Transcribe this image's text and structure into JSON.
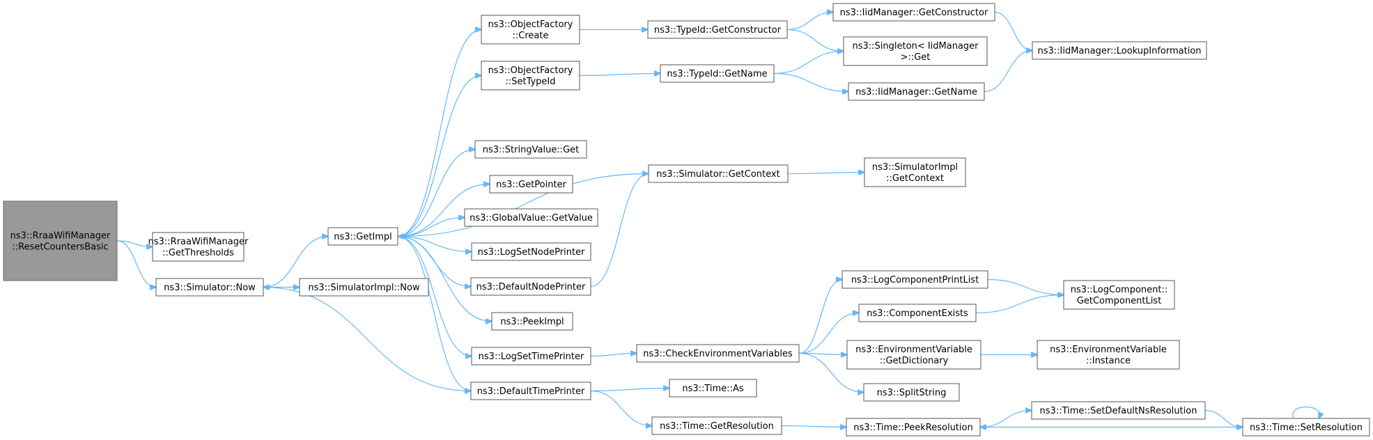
{
  "colors": {
    "edge": "#63b8ff",
    "node_border": "#555555",
    "root_fill": "#999999"
  },
  "nodes": {
    "reset_counters": [
      "ns3::RraaWifiManager",
      "::ResetCountersBasic"
    ],
    "get_thresholds": [
      "ns3::RraaWifiManager",
      "::GetThresholds"
    ],
    "sim_now": [
      "ns3::Simulator::Now"
    ],
    "simimpl_now": [
      "ns3::SimulatorImpl::Now"
    ],
    "get_impl": [
      "ns3::GetImpl"
    ],
    "of_create": [
      "ns3::ObjectFactory",
      "::Create"
    ],
    "of_settypeid": [
      "ns3::ObjectFactory",
      "::SetTypeId"
    ],
    "stringvalue_get": [
      "ns3::StringValue::Get"
    ],
    "get_pointer": [
      "ns3::GetPointer"
    ],
    "globalvalue_getvalue": [
      "ns3::GlobalValue::GetValue"
    ],
    "log_set_node_printer": [
      "ns3::LogSetNodePrinter"
    ],
    "default_node_printer": [
      "ns3::DefaultNodePrinter"
    ],
    "peek_impl": [
      "ns3::PeekImpl"
    ],
    "log_set_time_printer": [
      "ns3::LogSetTimePrinter"
    ],
    "default_time_printer": [
      "ns3::DefaultTimePrinter"
    ],
    "typeid_getconstructor": [
      "ns3::TypeId::GetConstructor"
    ],
    "typeid_getname": [
      "ns3::TypeId::GetName"
    ],
    "sim_getcontext": [
      "ns3::Simulator::GetContext"
    ],
    "check_env_vars": [
      "ns3::CheckEnvironmentVariables"
    ],
    "time_as": [
      "ns3::Time::As"
    ],
    "time_getresolution": [
      "ns3::Time::GetResolution"
    ],
    "iid_getconstructor": [
      "ns3::IidManager::GetConstructor"
    ],
    "singleton_get": [
      "ns3::Singleton< IidManager",
      ">::Get"
    ],
    "iid_getname": [
      "ns3::IidManager::GetName"
    ],
    "simimpl_getcontext": [
      "ns3::SimulatorImpl",
      "::GetContext"
    ],
    "log_component_print_list": [
      "ns3::LogComponentPrintList"
    ],
    "component_exists": [
      "ns3::ComponentExists"
    ],
    "envvar_getdictionary": [
      "ns3::EnvironmentVariable",
      "::GetDictionary"
    ],
    "split_string": [
      "ns3::SplitString"
    ],
    "time_peekresolution": [
      "ns3::Time::PeekResolution"
    ],
    "iid_lookupinformation": [
      "ns3::IidManager::LookupInformation"
    ],
    "logcomponent_getcomponentlist": [
      "ns3::LogComponent::",
      "GetComponentList"
    ],
    "envvar_instance": [
      "ns3::EnvironmentVariable",
      "::Instance"
    ],
    "time_setdefaultnsresolution": [
      "ns3::Time::SetDefaultNsResolution"
    ],
    "time_setresolution": [
      "ns3::Time::SetResolution"
    ]
  },
  "edges": [
    [
      "reset_counters",
      "get_thresholds"
    ],
    [
      "reset_counters",
      "sim_now"
    ],
    [
      "sim_now",
      "get_impl"
    ],
    [
      "sim_now",
      "simimpl_now"
    ],
    [
      "get_impl",
      "of_create"
    ],
    [
      "get_impl",
      "of_settypeid"
    ],
    [
      "get_impl",
      "stringvalue_get"
    ],
    [
      "get_impl",
      "get_pointer"
    ],
    [
      "get_impl",
      "globalvalue_getvalue"
    ],
    [
      "get_impl",
      "log_set_node_printer"
    ],
    [
      "get_impl",
      "default_node_printer"
    ],
    [
      "get_impl",
      "peek_impl"
    ],
    [
      "get_impl",
      "log_set_time_printer"
    ],
    [
      "get_impl",
      "default_time_printer"
    ],
    [
      "default_time_printer",
      "sim_now"
    ],
    [
      "sim_getcontext",
      "get_impl"
    ],
    [
      "default_node_printer",
      "sim_getcontext"
    ],
    [
      "of_create",
      "typeid_getconstructor"
    ],
    [
      "of_settypeid",
      "typeid_getname"
    ],
    [
      "typeid_getconstructor",
      "iid_getconstructor"
    ],
    [
      "typeid_getconstructor",
      "singleton_get"
    ],
    [
      "typeid_getname",
      "singleton_get"
    ],
    [
      "typeid_getname",
      "iid_getname"
    ],
    [
      "iid_getconstructor",
      "iid_lookupinformation"
    ],
    [
      "iid_getname",
      "iid_lookupinformation"
    ],
    [
      "sim_getcontext",
      "simimpl_getcontext"
    ],
    [
      "log_set_time_printer",
      "check_env_vars"
    ],
    [
      "check_env_vars",
      "log_component_print_list"
    ],
    [
      "check_env_vars",
      "component_exists"
    ],
    [
      "check_env_vars",
      "envvar_getdictionary"
    ],
    [
      "check_env_vars",
      "split_string"
    ],
    [
      "log_component_print_list",
      "logcomponent_getcomponentlist"
    ],
    [
      "component_exists",
      "logcomponent_getcomponentlist"
    ],
    [
      "envvar_getdictionary",
      "envvar_instance"
    ],
    [
      "default_time_printer",
      "time_as"
    ],
    [
      "default_time_printer",
      "time_getresolution"
    ],
    [
      "time_getresolution",
      "time_peekresolution"
    ],
    [
      "time_peekresolution",
      "time_setdefaultnsresolution"
    ],
    [
      "time_setdefaultnsresolution",
      "time_setresolution"
    ],
    [
      "time_setresolution",
      "time_peekresolution"
    ],
    [
      "time_setresolution",
      "time_setresolution"
    ]
  ]
}
